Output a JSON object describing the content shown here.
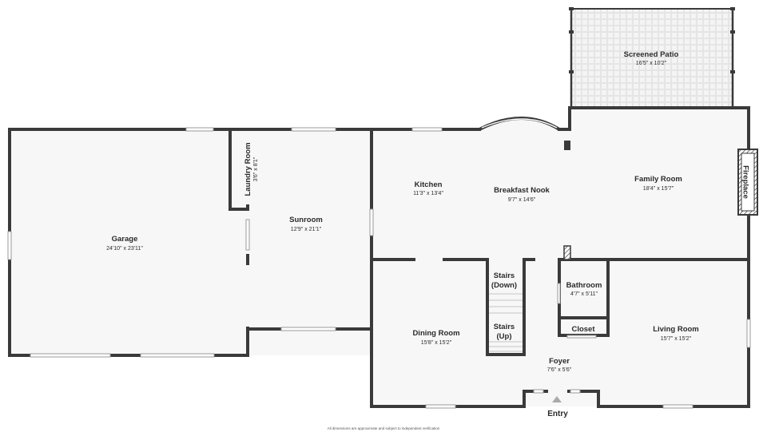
{
  "rooms": {
    "garage": {
      "name": "Garage",
      "dim": "24'10\" x 23'11\""
    },
    "laundry": {
      "name": "Laundry Room",
      "dim": "3'6\" x 8'1\""
    },
    "sunroom": {
      "name": "Sunroom",
      "dim": "12'9\" x 21'1\""
    },
    "kitchen": {
      "name": "Kitchen",
      "dim": "11'3\" x 13'4\""
    },
    "breakfast": {
      "name": "Breakfast Nook",
      "dim": "9'7\" x 14'6\""
    },
    "family": {
      "name": "Family Room",
      "dim": "18'4\" x 15'7\""
    },
    "patio": {
      "name": "Screened Patio",
      "dim": "16'5\" x 10'2\""
    },
    "dining": {
      "name": "Dining Room",
      "dim": "15'8\" x 15'2\""
    },
    "foyer": {
      "name": "Foyer",
      "dim": "7'6\" x 5'6\""
    },
    "bathroom": {
      "name": "Bathroom",
      "dim": "4'7\" x 5'11\""
    },
    "closet": {
      "name": "Closet"
    },
    "living": {
      "name": "Living Room",
      "dim": "15'7\" x 15'2\""
    }
  },
  "labels": {
    "stairs_down_1": "Stairs",
    "stairs_down_2": "(Down)",
    "stairs_up_1": "Stairs",
    "stairs_up_2": "(Up)",
    "fireplace": "Fireplace",
    "entry": "Entry"
  },
  "disclaimer": "All dimensions are approximate and subject to independent verification",
  "colors": {
    "wall": "#3a3a3a",
    "floor": "#f7f7f7",
    "window": "#9a9a9a"
  }
}
